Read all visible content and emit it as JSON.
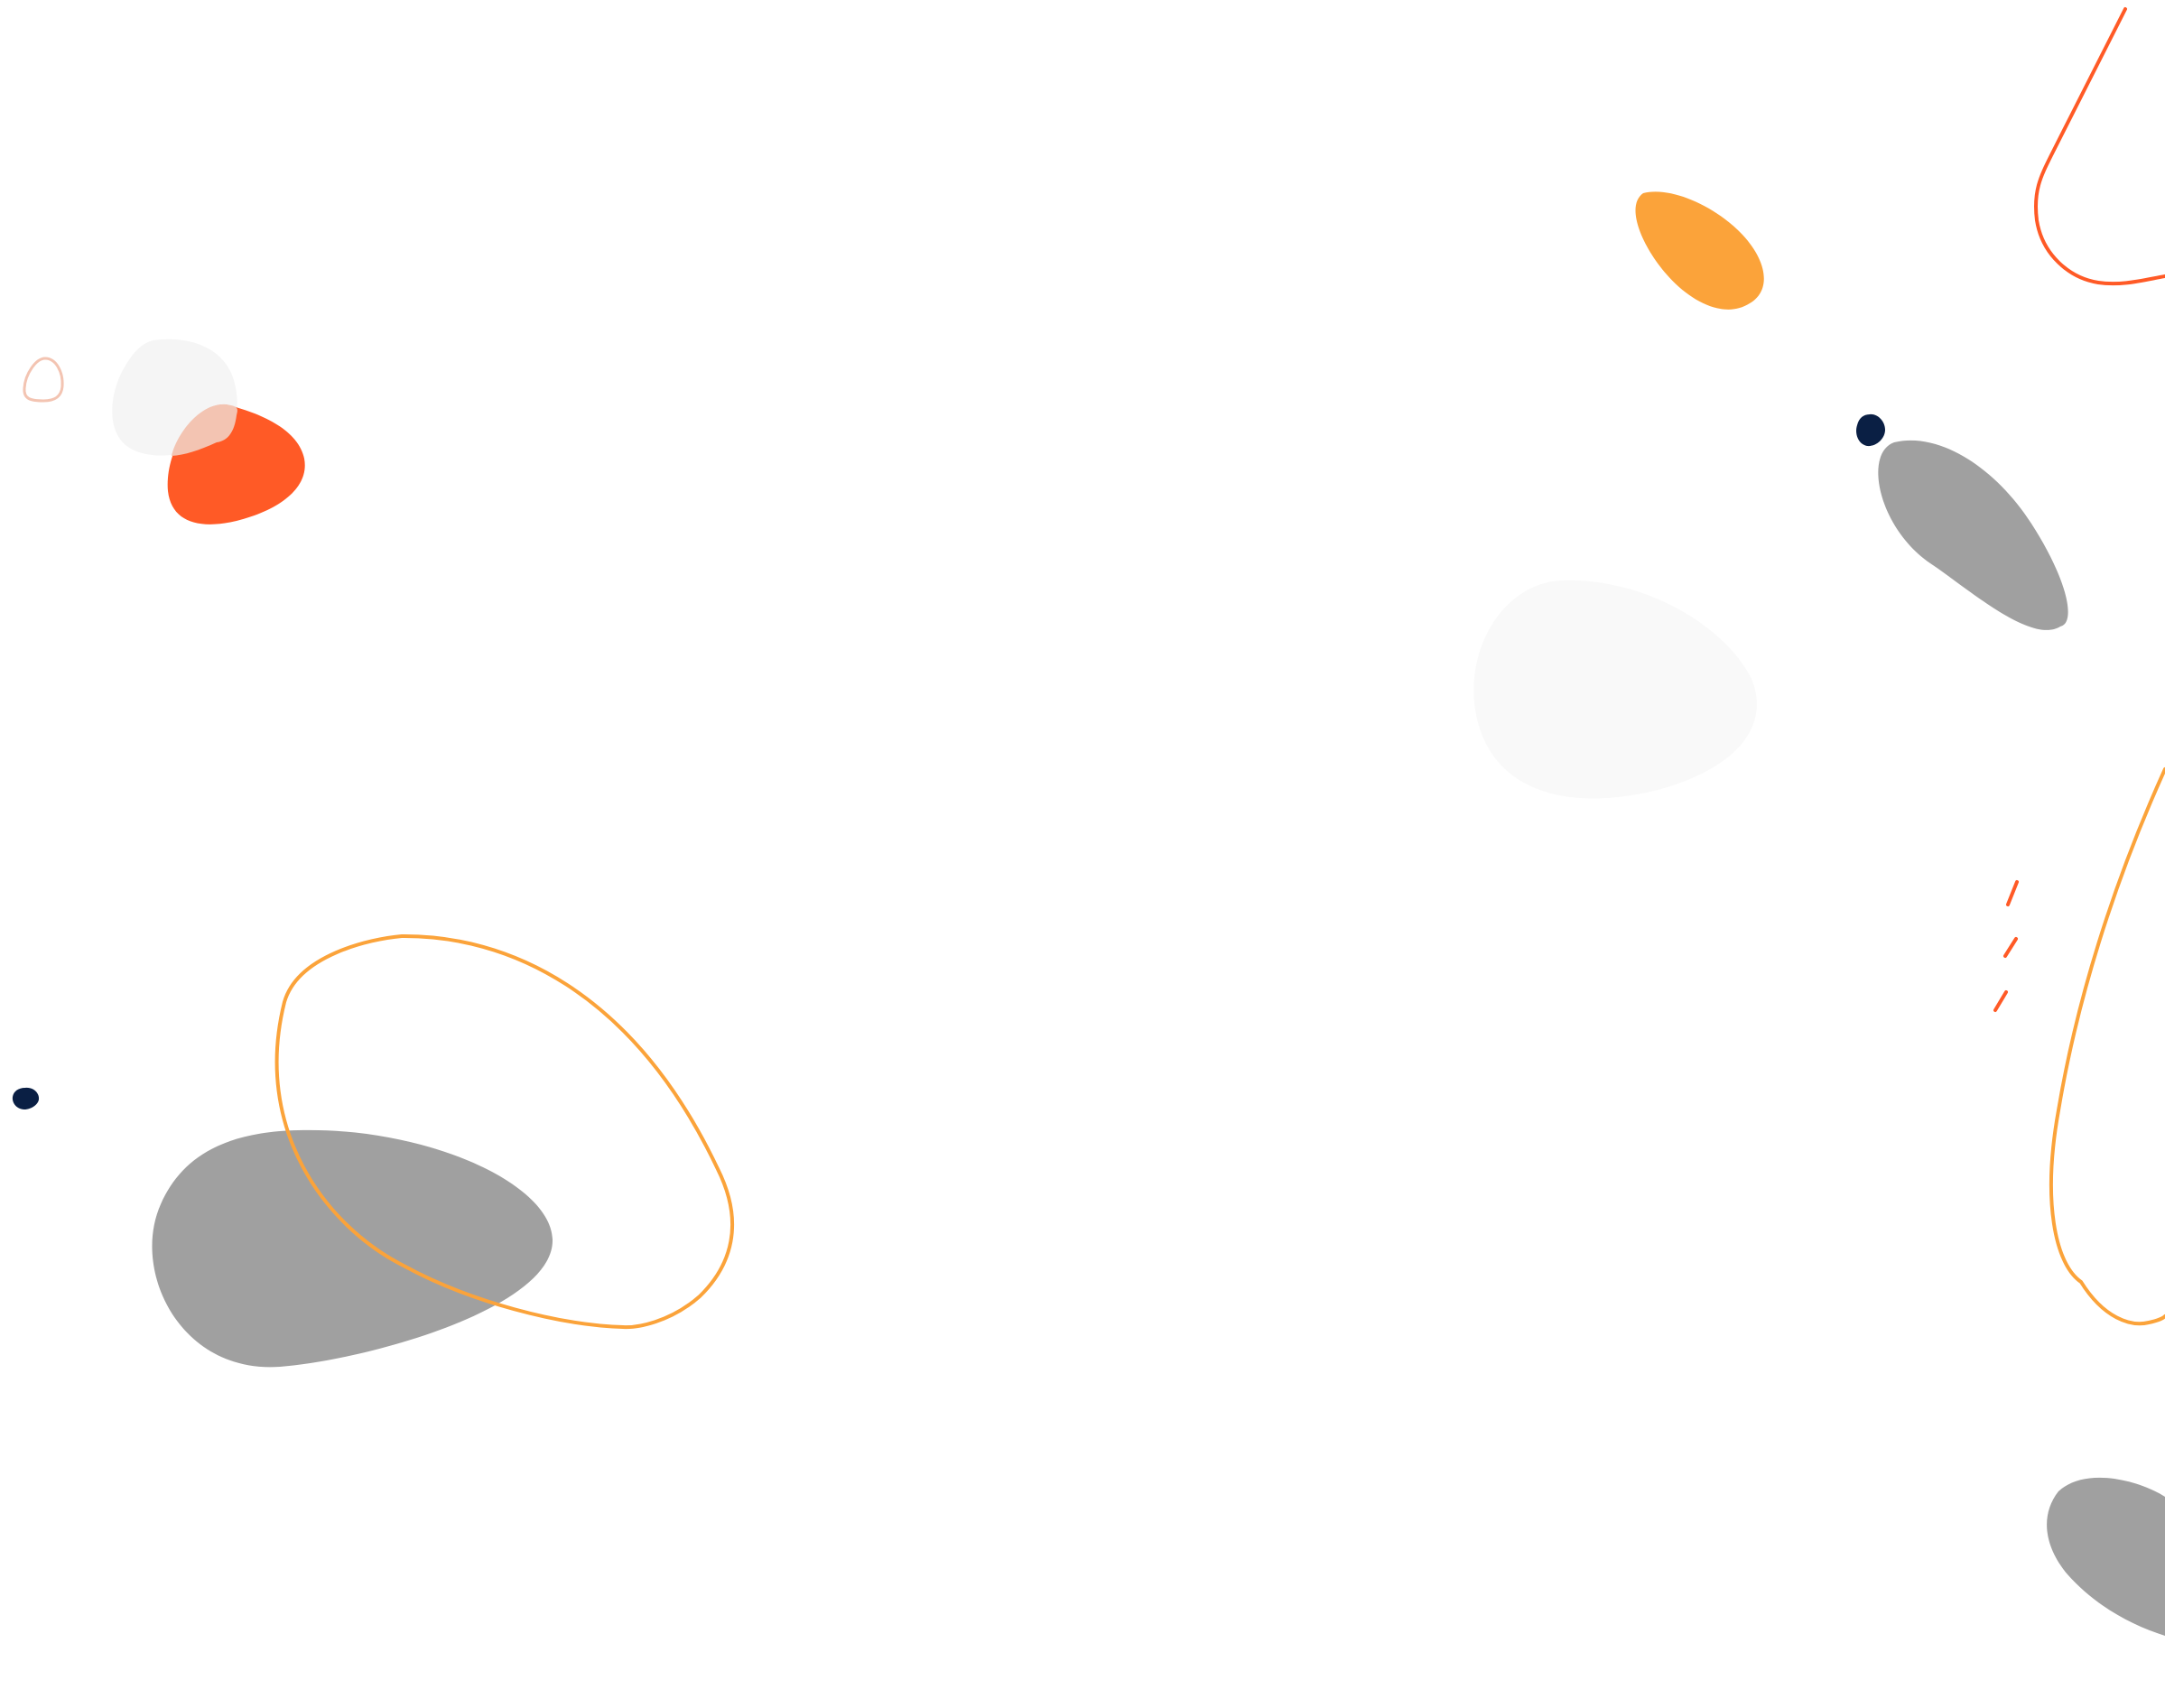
{
  "colors": {
    "background": "#ffffff",
    "orange_red": "#ff5a26",
    "amber": "#fba33a",
    "gray": "#a0a0a0",
    "light_gray": "#f5f5f5",
    "very_light_gray": "#f9f9f9",
    "navy": "#0a1f44",
    "peach": "#f3c4b2"
  },
  "shapes": [
    {
      "name": "light-gray-blob-top-left",
      "kind": "filled",
      "color": "light_gray"
    },
    {
      "name": "orange-red-blob-top-left",
      "kind": "filled",
      "color": "orange_red"
    },
    {
      "name": "peach-overlap-blob-top-left",
      "kind": "filled",
      "color": "peach"
    },
    {
      "name": "peach-outline-loop-top-left",
      "kind": "outline",
      "color": "peach"
    },
    {
      "name": "navy-dot-left",
      "kind": "filled",
      "color": "navy"
    },
    {
      "name": "gray-blob-bottom-left",
      "kind": "filled",
      "color": "gray"
    },
    {
      "name": "amber-outline-loop-bottom-left",
      "kind": "outline",
      "color": "amber"
    },
    {
      "name": "amber-blob-top-right",
      "kind": "filled",
      "color": "amber"
    },
    {
      "name": "orange-red-outline-curve-top-right",
      "kind": "outline",
      "color": "orange_red"
    },
    {
      "name": "navy-dot-right",
      "kind": "filled",
      "color": "navy"
    },
    {
      "name": "gray-blob-right",
      "kind": "filled",
      "color": "gray"
    },
    {
      "name": "very-light-gray-blob-center-right",
      "kind": "filled",
      "color": "very_light_gray"
    },
    {
      "name": "orange-red-dash-marks",
      "kind": "outline",
      "color": "orange_red"
    },
    {
      "name": "amber-outline-curve-right",
      "kind": "outline",
      "color": "amber"
    },
    {
      "name": "gray-blob-bottom-right",
      "kind": "filled",
      "color": "gray"
    }
  ]
}
